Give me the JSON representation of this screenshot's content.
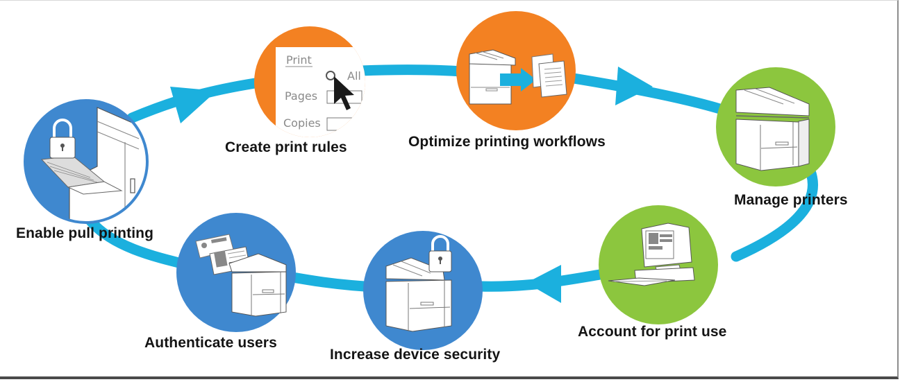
{
  "diagram": {
    "type": "cycle",
    "colors": {
      "flow": "#1bb0de",
      "blue": "#3f88cf",
      "orange": "#f38122",
      "green": "#8cc63e",
      "label": "#141414"
    },
    "steps": [
      {
        "id": "enable-pull-printing",
        "label": "Enable pull printing",
        "color": "blue",
        "icon": "printer-lock-icon"
      },
      {
        "id": "create-print-rules",
        "label": "Create print rules",
        "color": "orange",
        "icon": "print-dialog-icon",
        "dialog": {
          "title": "Print",
          "option": "All",
          "fields": [
            "Pages",
            "Copies"
          ]
        }
      },
      {
        "id": "optimize-printing-workflows",
        "label": "Optimize printing workflows",
        "color": "orange",
        "icon": "printer-to-documents-icon"
      },
      {
        "id": "manage-printers",
        "label": "Manage printers",
        "color": "green",
        "icon": "printer-icon"
      },
      {
        "id": "account-for-print-use",
        "label": "Account for print use",
        "color": "green",
        "icon": "computer-icon"
      },
      {
        "id": "increase-device-security",
        "label": "Increase device security",
        "color": "blue",
        "icon": "printer-lock-icon"
      },
      {
        "id": "authenticate-users",
        "label": "Authenticate users",
        "color": "blue",
        "icon": "id-card-printer-icon"
      }
    ]
  }
}
